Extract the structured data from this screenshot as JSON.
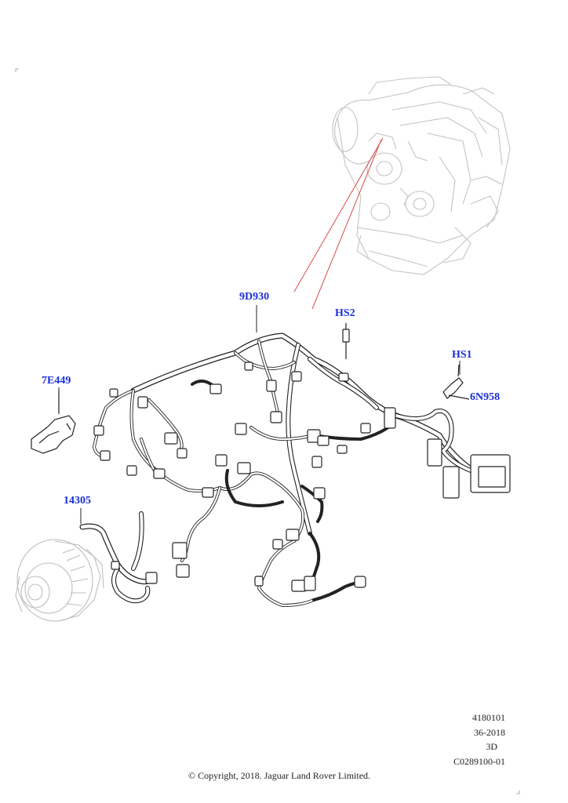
{
  "labels": {
    "harness": "9D930",
    "hs2": "HS2",
    "hs1": "HS1",
    "sensor": "6N958",
    "bracket": "7E449",
    "alt_cable": "14305"
  },
  "reference": {
    "line1": "4180101",
    "line2": "36-2018",
    "line3": "3D",
    "line4": "C0289100-01"
  },
  "copyright": "© Copyright, 2018. Jaguar Land Rover Limited.",
  "colors": {
    "label_blue": "#1a2fd6",
    "leader_red": "#d94a4a",
    "line_dark": "#222222",
    "ghost_grey": "#bdbdbd"
  }
}
